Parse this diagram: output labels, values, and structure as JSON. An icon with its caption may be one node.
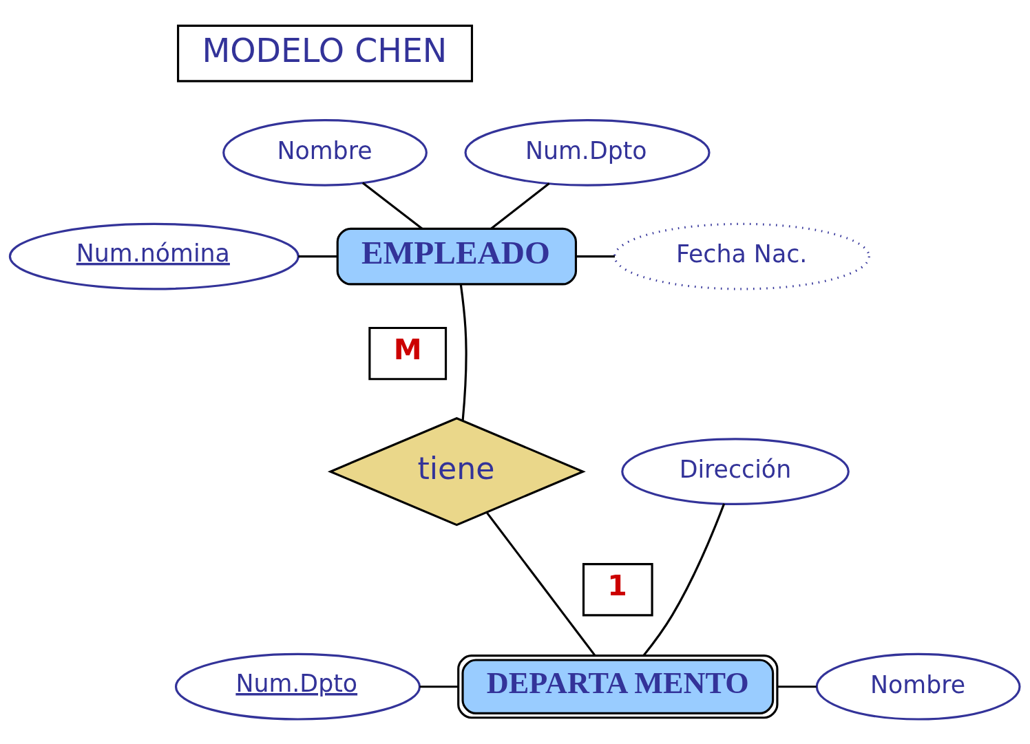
{
  "diagram": {
    "nodes": [
      {
        "text": [
          "MODELO CHEN"
        ]
      },
      {
        "text": [
          "Nombre"
        ]
      },
      {
        "text": [
          "Num.Dpto"
        ]
      },
      {
        "text": [
          "Num.nómina"
        ]
      },
      {
        "text": [
          "EMPLEADO"
        ]
      },
      {
        "text": [
          "Fecha Nac."
        ]
      },
      {
        "text": [
          "M"
        ]
      },
      {
        "text": [
          "tiene"
        ]
      },
      {
        "text": [
          "Dirección"
        ]
      },
      {
        "text": [
          "1"
        ]
      },
      {
        "text": [
          "DEPARTA MENTO"
        ]
      },
      {
        "text": [
          "Num.Dpto"
        ]
      },
      {
        "text": [
          "Nombre"
        ]
      }
    ],
    "edges": [
      {
        "from": 1,
        "to": 4,
        "arrow": "none"
      },
      {
        "from": 2,
        "to": 4,
        "arrow": "none"
      },
      {
        "from": 3,
        "to": 4,
        "arrow": "none"
      },
      {
        "from": 4,
        "to": 5,
        "arrow": "none"
      },
      {
        "from": 4,
        "to": 7,
        "arrow": "none"
      },
      {
        "from": 7,
        "to": 10,
        "arrow": "none"
      },
      {
        "from": 8,
        "to": 10,
        "arrow": "none"
      },
      {
        "from": 11,
        "to": 10,
        "arrow": "none"
      },
      {
        "from": 10,
        "to": 12,
        "arrow": "none"
      }
    ]
  }
}
